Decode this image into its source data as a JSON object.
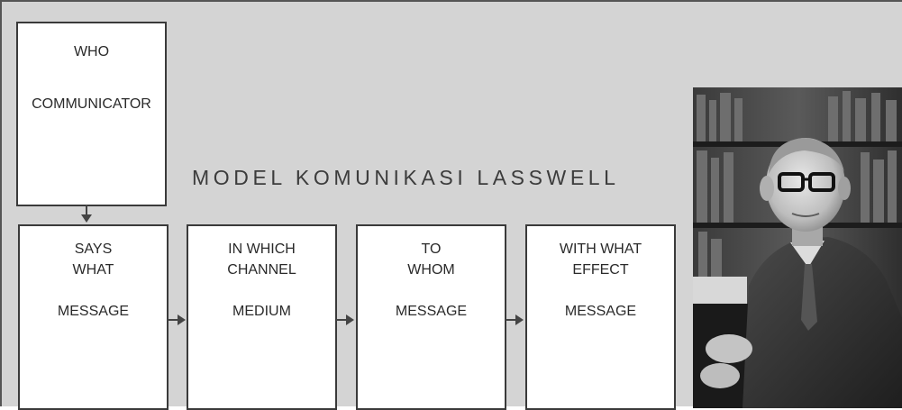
{
  "diagram": {
    "title": "MODEL KOMUNIKASI LASSWELL",
    "who_box": {
      "line1": "WHO",
      "line2": "COMMUNICATOR"
    },
    "stages": [
      {
        "line1": "SAYS",
        "line2": "WHAT",
        "line3": "MESSAGE"
      },
      {
        "line1": "IN WHICH",
        "line2": "CHANNEL",
        "line3": "MEDIUM"
      },
      {
        "line1": "TO",
        "line2": "WHOM",
        "line3": "MESSAGE"
      },
      {
        "line1": "WITH WHAT",
        "line2": "EFFECT",
        "line3": "MESSAGE"
      }
    ]
  },
  "colors": {
    "background": "#d4d4d4",
    "box_fill": "#ffffff",
    "box_border": "#3a3a3a",
    "arrow": "#444444"
  }
}
